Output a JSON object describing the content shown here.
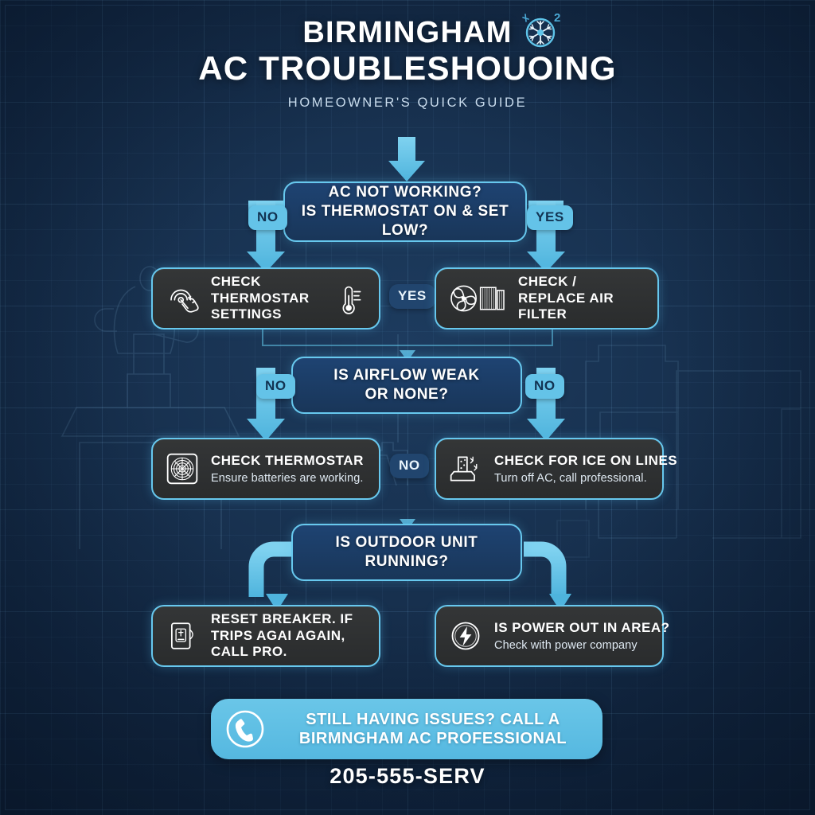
{
  "header": {
    "title_line1": "BIRMINGHAM",
    "title_line2": "AC TROUBLESHOUOING",
    "subtitle": "HOMEOWNER'S QUICK GUIDE",
    "logo_icon": "snowflake-in-circle-icon"
  },
  "colors": {
    "background": "#15304f",
    "accent": "#62c6ea",
    "decision_fill": "#1b3c65",
    "action_fill": "#303233",
    "text": "#ffffff",
    "cta_fill": "#5dbfe4"
  },
  "flow": {
    "decisions": [
      {
        "id": "d1",
        "line1": "AC NOT WORKING?",
        "line2": "IS THERMOSTAT ON & SET LOW?",
        "left_label": "NO",
        "right_label": "YES"
      },
      {
        "id": "d2",
        "line1": "IS AIRFLOW WEAK",
        "line2": "OR NONE?",
        "left_label": "NO",
        "right_label": "NO"
      },
      {
        "id": "d3",
        "line1": "IS OUTDOOR UNIT",
        "line2": "RUNNING?",
        "left_label": "",
        "right_label": ""
      }
    ],
    "mid_labels": [
      {
        "id": "m1",
        "text": "YES"
      },
      {
        "id": "m2",
        "text": "NO"
      }
    ],
    "actions": [
      {
        "id": "a1",
        "title": "CHECK THERMOSTAR SETTINGS",
        "subtitle": "",
        "icon_left": "hand-tap-dial-icon",
        "icon_right": "thermometer-icon"
      },
      {
        "id": "a2",
        "title": "CHECK / REPLACE AIR FILTER",
        "subtitle": "",
        "icon_left": "fan-and-filter-icon",
        "icon_right": ""
      },
      {
        "id": "a3",
        "title": "CHECK THERMOSTAR",
        "subtitle": "Ensure batteries are working.",
        "icon_left": "vent-grille-icon",
        "icon_right": ""
      },
      {
        "id": "a4",
        "title": "CHECK FOR ICE ON LINES",
        "subtitle": "Turn off AC, call professional.",
        "icon_left": "frozen-pipe-icon",
        "icon_right": ""
      },
      {
        "id": "a5",
        "title": "RESET BREAKER. IF TRIPS AGAI AGAIN, CALL PRO.",
        "subtitle": "",
        "icon_left": "breaker-panel-icon",
        "icon_right": ""
      },
      {
        "id": "a6",
        "title": "IS POWER OUT IN AREA?",
        "subtitle": "Check with power company",
        "icon_left": "lightning-bolt-circle-icon",
        "icon_right": ""
      }
    ]
  },
  "cta": {
    "line1": "STILL HAVING ISSUES? CALL A",
    "line2": "BIRMNGHAM AC PROFESSIONAL",
    "icon": "phone-circle-icon",
    "phone": "205-555-SERV"
  }
}
